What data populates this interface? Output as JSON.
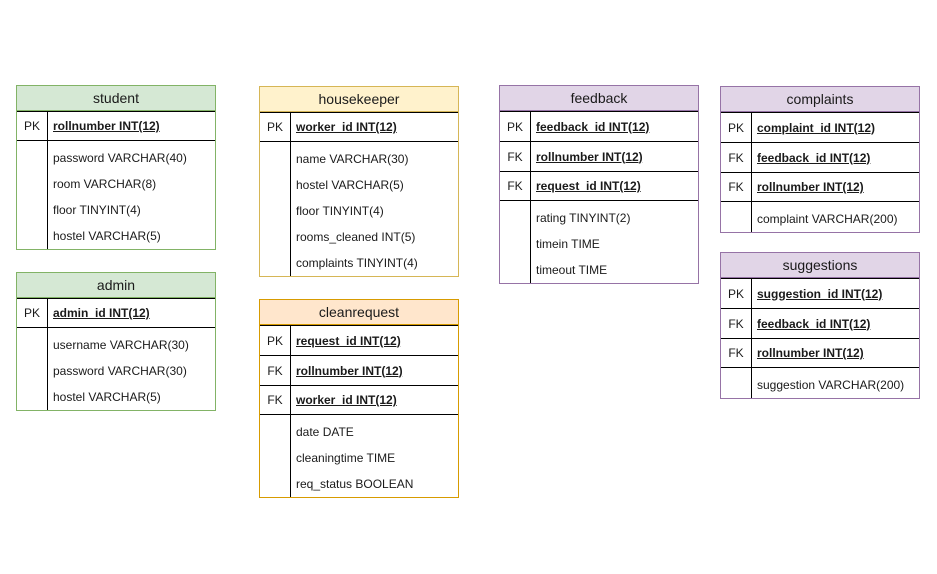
{
  "entities": {
    "student": {
      "title": "student",
      "keys": [
        {
          "type": "PK",
          "name": "rollnumber INT(12)"
        }
      ],
      "attributes": [
        "password VARCHAR(40)",
        "room VARCHAR(8)",
        "floor TINYINT(4)",
        "hostel VARCHAR(5)"
      ]
    },
    "admin": {
      "title": "admin",
      "keys": [
        {
          "type": "PK",
          "name": "admin_id INT(12)"
        }
      ],
      "attributes": [
        "username VARCHAR(30)",
        "password VARCHAR(30)",
        "hostel VARCHAR(5)"
      ]
    },
    "housekeeper": {
      "title": "housekeeper",
      "keys": [
        {
          "type": "PK",
          "name": "worker_id INT(12)"
        }
      ],
      "attributes": [
        "name VARCHAR(30)",
        "hostel VARCHAR(5)",
        "floor TINYINT(4)",
        "rooms_cleaned INT(5)",
        "complaints TINYINT(4)"
      ]
    },
    "cleanrequest": {
      "title": "cleanrequest",
      "keys": [
        {
          "type": "PK",
          "name": "request_id INT(12)"
        },
        {
          "type": "FK",
          "name": "rollnumber INT(12)"
        },
        {
          "type": "FK",
          "name": "worker_id INT(12)"
        }
      ],
      "attributes": [
        "date DATE",
        "cleaningtime TIME",
        "req_status BOOLEAN"
      ]
    },
    "feedback": {
      "title": "feedback",
      "keys": [
        {
          "type": "PK",
          "name": "feedback_id INT(12)"
        },
        {
          "type": "FK",
          "name": "rollnumber INT(12)"
        },
        {
          "type": "FK",
          "name": "request_id INT(12)"
        }
      ],
      "attributes": [
        "rating TINYINT(2)",
        "timein TIME",
        "timeout TIME"
      ]
    },
    "complaints": {
      "title": "complaints",
      "keys": [
        {
          "type": "PK",
          "name": "complaint_id INT(12)"
        },
        {
          "type": "FK",
          "name": "feedback_id INT(12)"
        },
        {
          "type": "FK",
          "name": "rollnumber INT(12)"
        }
      ],
      "attributes": [
        "complaint VARCHAR(200)"
      ]
    },
    "suggestions": {
      "title": "suggestions",
      "keys": [
        {
          "type": "PK",
          "name": "suggestion_id INT(12)"
        },
        {
          "type": "FK",
          "name": "feedback_id INT(12)"
        },
        {
          "type": "FK",
          "name": "rollnumber INT(12)"
        }
      ],
      "attributes": [
        "suggestion VARCHAR(200)"
      ]
    }
  },
  "colors": {
    "green_fill": "#d5e8d4",
    "green_stroke": "#82b366",
    "yellow_fill": "#fff2cc",
    "yellow_stroke": "#d6b656",
    "orange_fill": "#ffe6cc",
    "orange_stroke": "#d79b00",
    "purple_fill": "#e1d5e7",
    "purple_stroke": "#9673a6"
  }
}
